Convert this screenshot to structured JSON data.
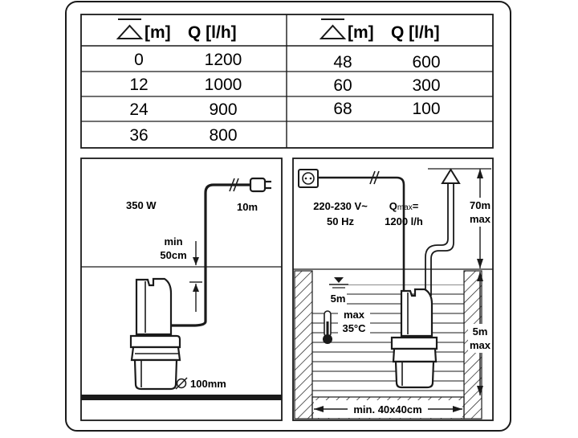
{
  "table": {
    "header_left": {
      "head": "[m]",
      "flow": "Q [l/h]"
    },
    "header_right": {
      "head": "[m]",
      "flow": "Q [l/h]"
    },
    "left_rows": [
      {
        "head": "0",
        "flow": "1200"
      },
      {
        "head": "12",
        "flow": "1000"
      },
      {
        "head": "24",
        "flow": "900"
      },
      {
        "head": "36",
        "flow": "800"
      }
    ],
    "right_rows": [
      {
        "head": "48",
        "flow": "600"
      },
      {
        "head": "60",
        "flow": "300"
      },
      {
        "head": "68",
        "flow": "100"
      }
    ]
  },
  "left_diagram": {
    "power": "350 W",
    "cable": "10m",
    "min_depth_line1": "min",
    "min_depth_line2": "50cm",
    "diameter": "100mm"
  },
  "right_diagram": {
    "voltage_line1": "220-230 V~",
    "voltage_line2": "50 Hz",
    "qmax_q": "Q",
    "qmax_sub": "max",
    "qmax_eq": "=",
    "qmax_line2": "1200 l/h",
    "lift_line1": "70m",
    "lift_line2": "max",
    "water_depth": "5m",
    "temp_line1": "max",
    "temp_line2": "35°C",
    "submersion_line1": "5m",
    "submersion_line2": "max",
    "well_size": "min. 40x40cm"
  },
  "colors": {
    "ink": "#1a1a1a",
    "hatch": "#1a1a1a",
    "background": "#ffffff"
  }
}
